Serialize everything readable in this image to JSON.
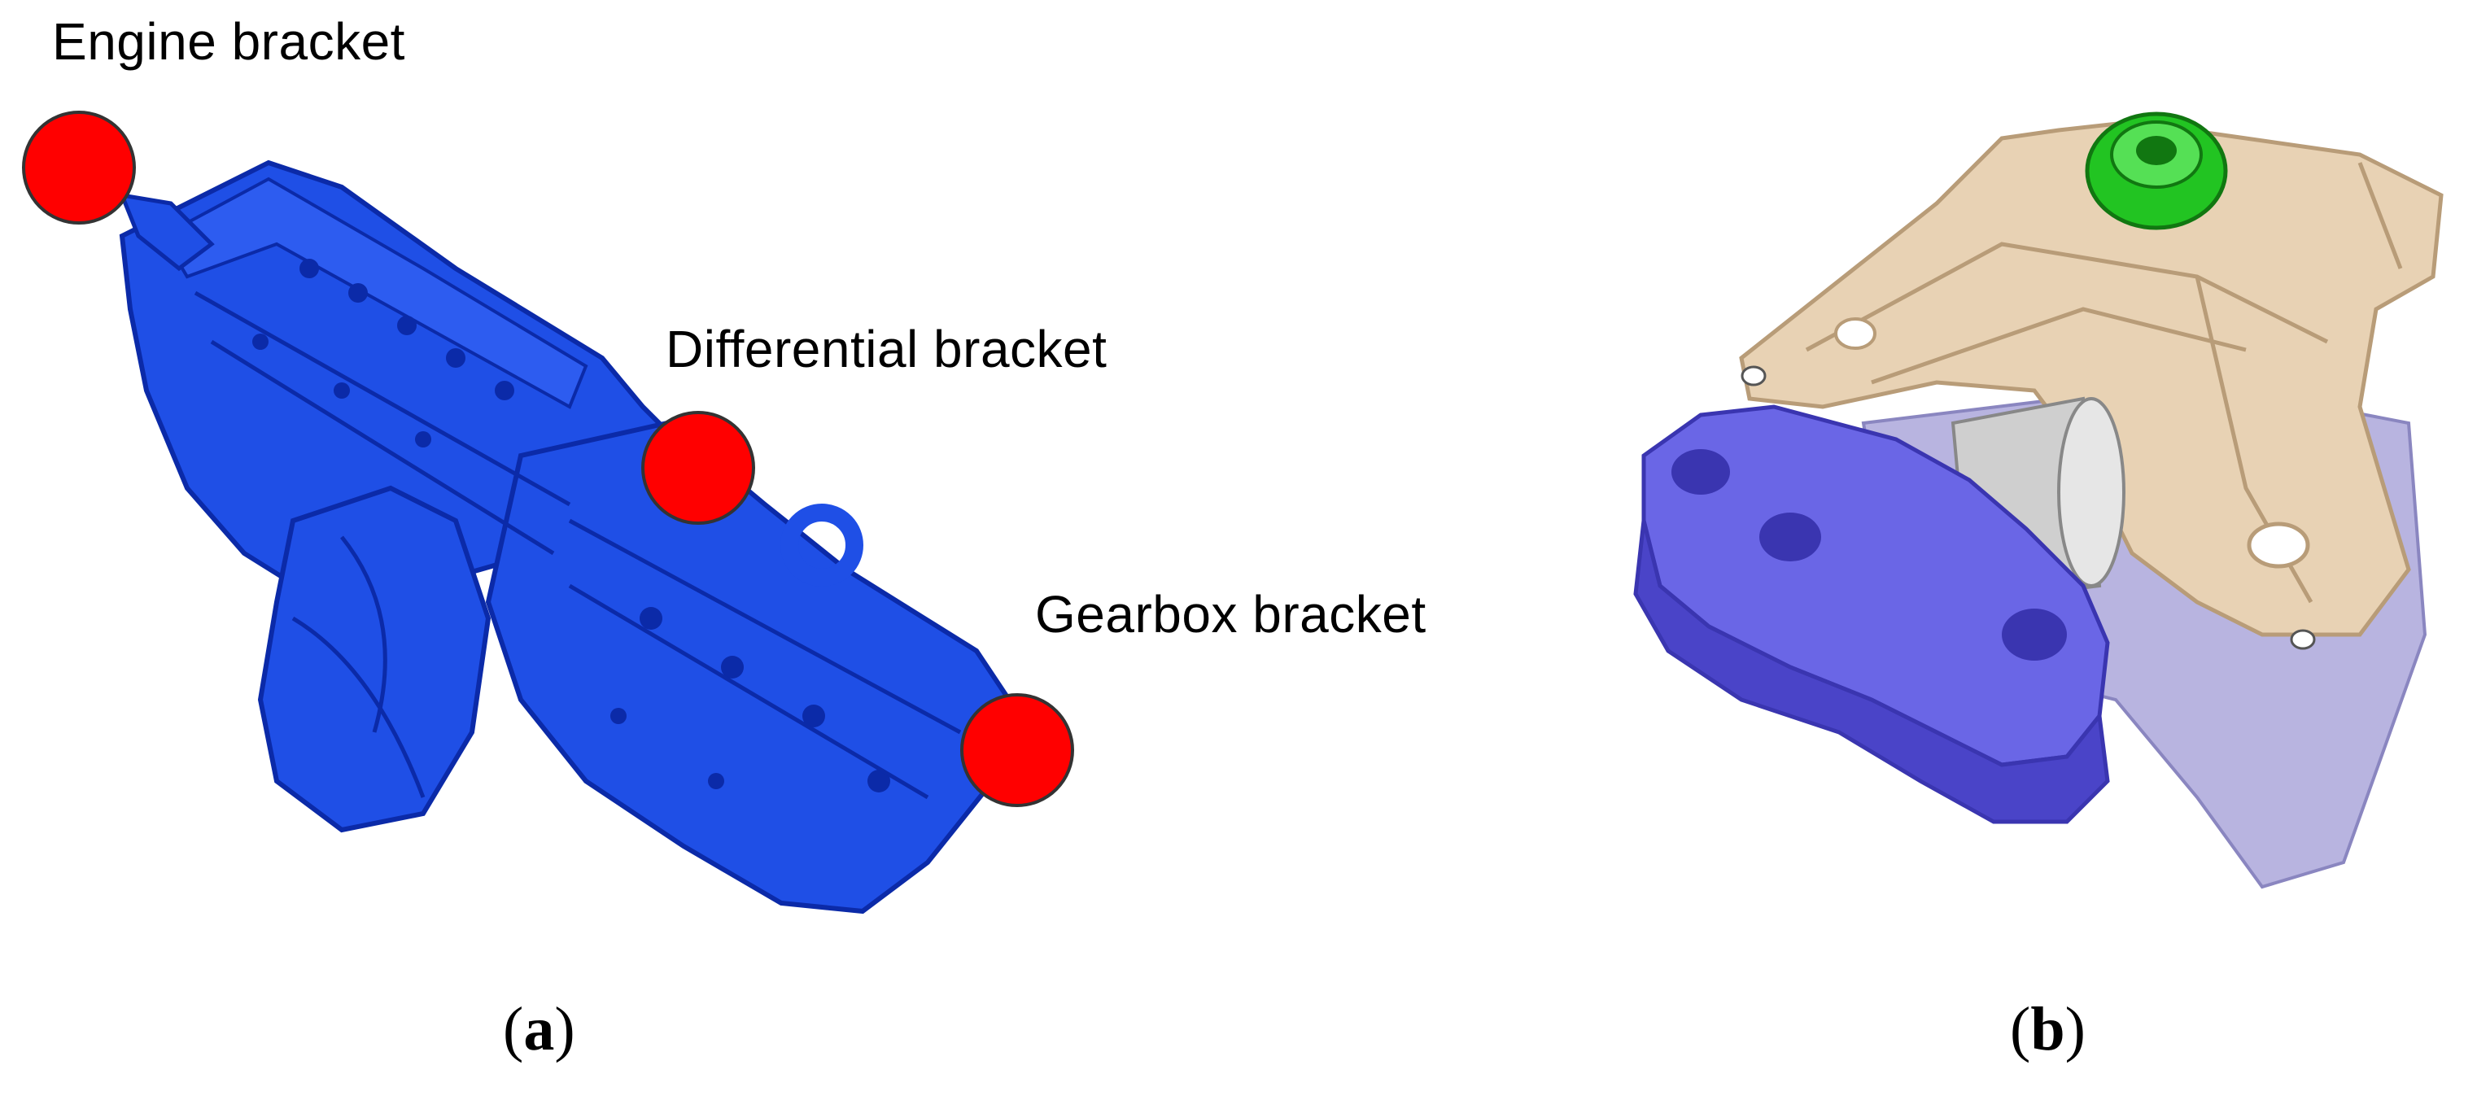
{
  "labels": {
    "engine_bracket": "Engine bracket",
    "differential_bracket": "Differential bracket",
    "gearbox_bracket": "Gearbox bracket"
  },
  "captions": {
    "a_open": "(",
    "a_letter": "a",
    "a_close": ")",
    "b_open": "(",
    "b_letter": "b",
    "b_close": ")"
  },
  "colors": {
    "powertrain": "#1f4fe6",
    "powertrain_dark": "#0b2aa8",
    "marker": "#ff0000",
    "mount_beige": "#e8d2b4",
    "mount_beige_dark": "#b89c78",
    "mount_arm": "#6a66e6",
    "mount_arm_dark": "#3a35b0",
    "mount_cap": "#22c422",
    "mount_cylinder": "#cfcfcf",
    "mount_housing": "#b8b4e0"
  }
}
